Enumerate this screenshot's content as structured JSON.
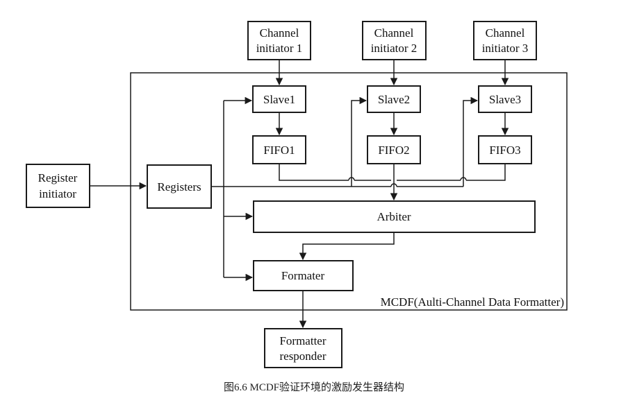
{
  "diagram": {
    "outer_label": "MCDF(Aulti-Channel Data Formatter)",
    "nodes": {
      "channel_initiator_1": [
        "Channel",
        "initiator 1"
      ],
      "channel_initiator_2": [
        "Channel",
        "initiator 2"
      ],
      "channel_initiator_3": [
        "Channel",
        "initiator 3"
      ],
      "slave1": "Slave1",
      "slave2": "Slave2",
      "slave3": "Slave3",
      "fifo1": "FIFO1",
      "fifo2": "FIFO2",
      "fifo3": "FIFO3",
      "register_initiator": [
        "Register",
        "initiator"
      ],
      "registers": "Registers",
      "arbiter": "Arbiter",
      "formater": "Formater",
      "formatter_responder": [
        "Formatter",
        "responder"
      ]
    },
    "edges": [
      {
        "from": "channel_initiator_1",
        "to": "slave1"
      },
      {
        "from": "channel_initiator_2",
        "to": "slave2"
      },
      {
        "from": "channel_initiator_3",
        "to": "slave3"
      },
      {
        "from": "slave1",
        "to": "fifo1"
      },
      {
        "from": "slave2",
        "to": "fifo2"
      },
      {
        "from": "slave3",
        "to": "fifo3"
      },
      {
        "from": "fifo1",
        "to": "arbiter"
      },
      {
        "from": "fifo2",
        "to": "arbiter"
      },
      {
        "from": "fifo3",
        "to": "arbiter"
      },
      {
        "from": "register_initiator",
        "to": "registers"
      },
      {
        "from": "registers",
        "to": "slave1"
      },
      {
        "from": "registers",
        "to": "slave2"
      },
      {
        "from": "registers",
        "to": "slave3"
      },
      {
        "from": "registers",
        "to": "arbiter"
      },
      {
        "from": "registers",
        "to": "formater"
      },
      {
        "from": "arbiter",
        "to": "formater"
      },
      {
        "from": "formater",
        "to": "formatter_responder"
      }
    ]
  },
  "caption": "图6.6 MCDF验证环境的激励发生器结构"
}
